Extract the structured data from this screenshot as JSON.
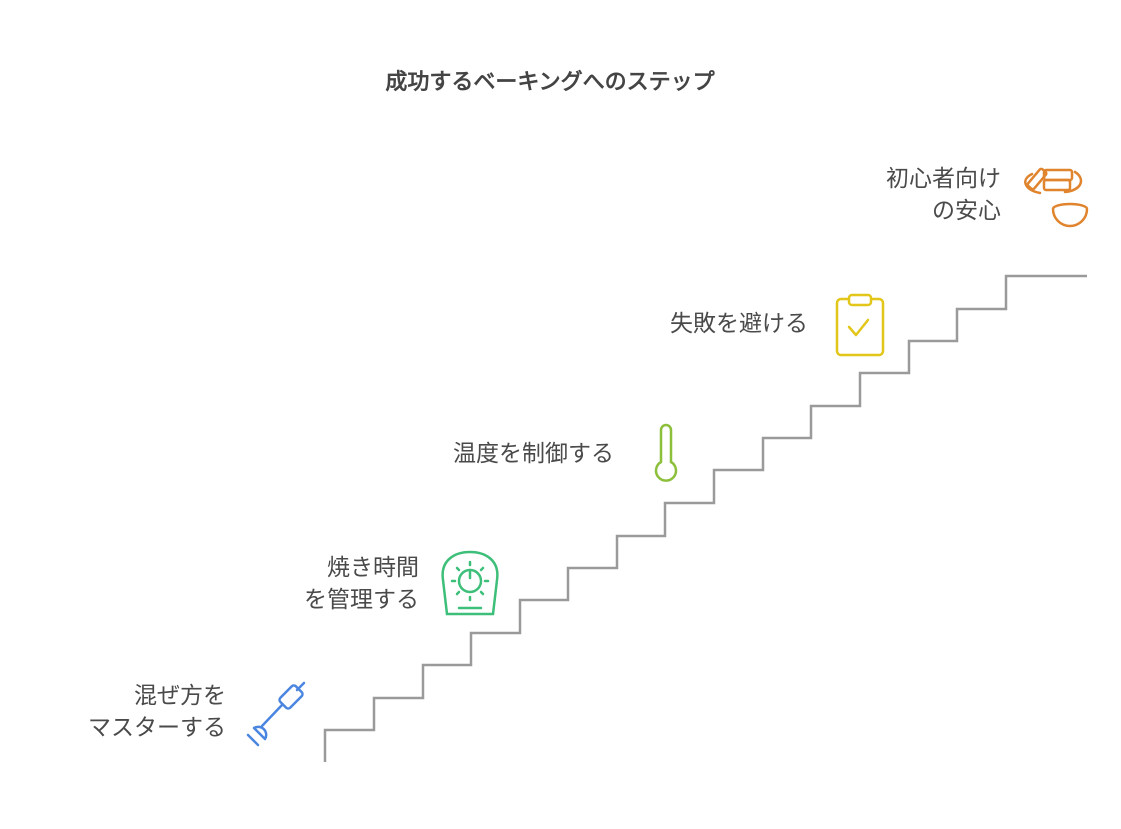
{
  "title": "成功するベーキングへのステップ",
  "steps": [
    {
      "line1": "混ぜ方を",
      "line2": "マスターする",
      "icon": "hand-mixer-icon",
      "color": "#4a86e0"
    },
    {
      "line1": "焼き時間",
      "line2": "を管理する",
      "icon": "oven-timer-icon",
      "color": "#3dbf7a"
    },
    {
      "line1": "温度を制御する",
      "icon": "thermometer-icon",
      "color": "#8cbf3a"
    },
    {
      "line1": "失敗を避ける",
      "icon": "clipboard-check-icon",
      "color": "#e2c619"
    },
    {
      "line1": "初心者向け",
      "line2": "の安心",
      "icon": "baked-goods-bowl-icon",
      "color": "#e0842e"
    }
  ],
  "colors": {
    "stairs": "#9a9a9a"
  }
}
